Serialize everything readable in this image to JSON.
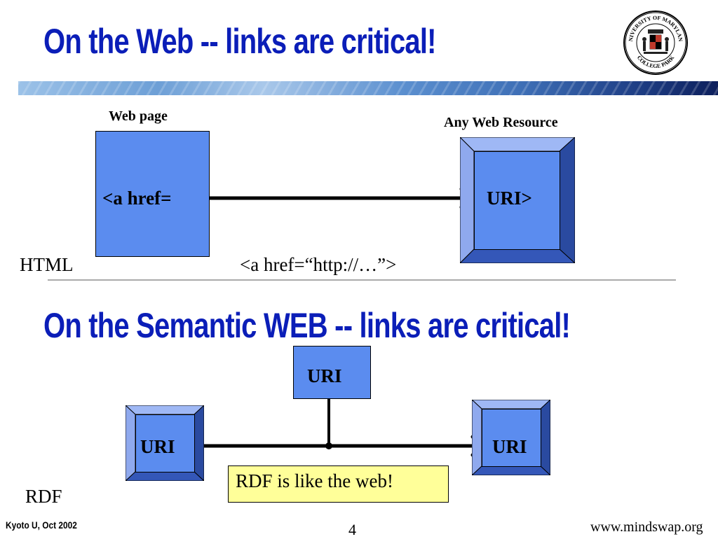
{
  "header": {
    "title": "On the Web --  links are critical!",
    "logo_icon": "university-of-maryland-seal-icon",
    "logo_text_top": "UNIVERSITY OF MARYLAND",
    "logo_text_bottom": "COLLEGE PARK"
  },
  "web_section": {
    "web_page_label": "Web page",
    "resource_label": "Any Web Resource",
    "source_text": "<a href=",
    "target_text": "URI>",
    "html_label": "HTML",
    "html_example": "<a href=“http://…”>"
  },
  "semantic_section": {
    "title": "On the Semantic WEB --  links are critical!",
    "subject_uri": "URI",
    "predicate_uri": "URI",
    "object_uri": "URI",
    "note": "RDF is like the web!",
    "rdf_label": "RDF"
  },
  "footer": {
    "left": "Kyoto U, Oct 2002",
    "page_number": "4",
    "right": "www.mindswap.org"
  },
  "colors": {
    "title": "#0b1eb8",
    "box_fill": "#5b8cef",
    "note_fill": "#ffff99"
  }
}
